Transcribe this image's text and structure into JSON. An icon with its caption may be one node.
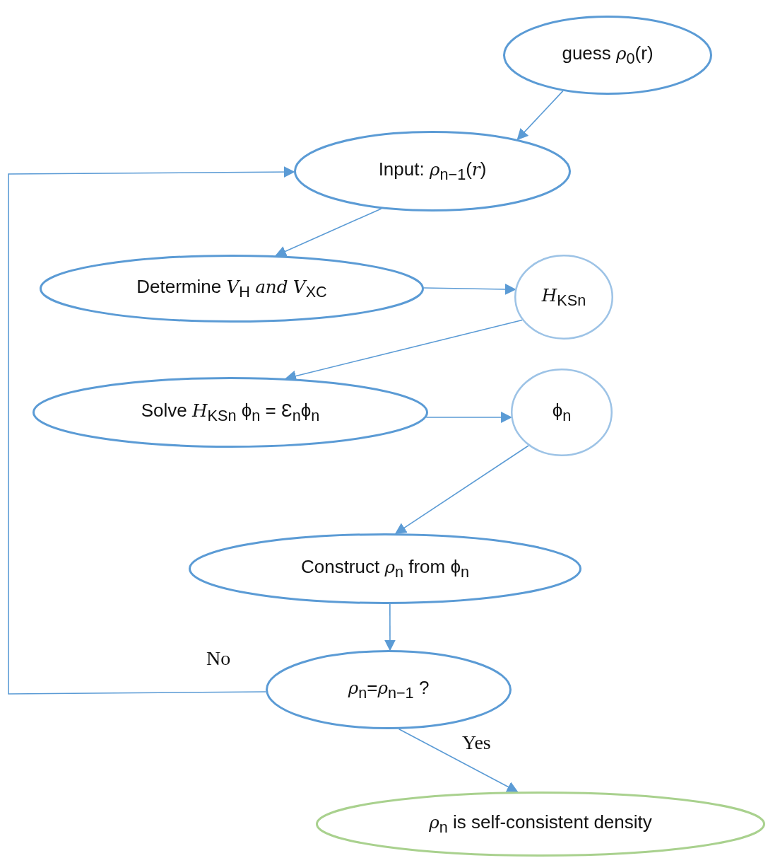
{
  "diagram": {
    "nodes": [
      {
        "text": [
          "guess *ρ*$_{0}$(r)"
        ]
      },
      {
        "text": [
          "Input: *ρ*$_{n−1}$(*r*)"
        ]
      },
      {
        "text": [
          "Determine *V*$_{H}$ *and* *V*$_{XC}$"
        ]
      },
      {
        "text": [
          "*H*$_{KSn}$"
        ]
      },
      {
        "text": [
          "Solve *H*$_{KSn}$ ϕ$_{n}$ = Ɛ$_{n}$ϕ$_{n}$"
        ]
      },
      {
        "text": [
          "ϕ$_{n}$"
        ]
      },
      {
        "text": [
          "Construct *ρ*$_{n}$ from ϕ$_{n}$"
        ]
      },
      {
        "text": [
          "*ρ*$_{n}$=*ρ*$_{n−1}$ ?"
        ]
      },
      {
        "text": [
          "*ρ*$_{n}$ is self-consistent density"
        ]
      }
    ],
    "edges": [
      {
        "from": 0,
        "to": 1,
        "arrow": "to"
      },
      {
        "from": 1,
        "to": 2,
        "arrow": "to"
      },
      {
        "from": 2,
        "to": 3,
        "arrow": "to"
      },
      {
        "from": 3,
        "to": 4,
        "arrow": "to"
      },
      {
        "from": 4,
        "to": 5,
        "arrow": "to"
      },
      {
        "from": 5,
        "to": 6,
        "arrow": "to"
      },
      {
        "from": 6,
        "to": 7,
        "arrow": "to"
      },
      {
        "from": 7,
        "to": 1,
        "arrow": "to",
        "label": "No"
      },
      {
        "from": 7,
        "to": 8,
        "arrow": "to",
        "label": "Yes"
      }
    ]
  }
}
